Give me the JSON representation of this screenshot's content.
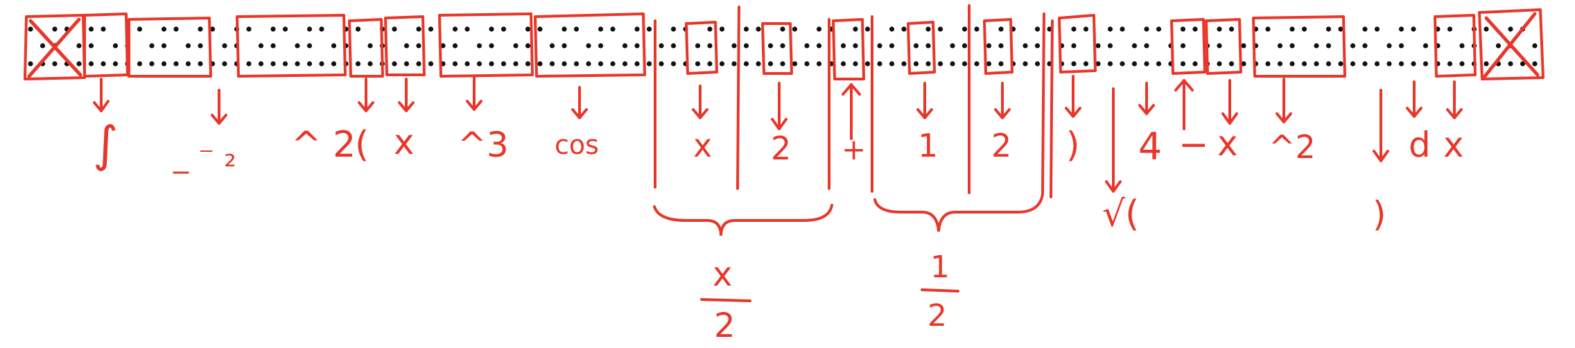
{
  "colors": {
    "ink": "#e8372a",
    "dot": "#111111",
    "background": "#ffffff"
  },
  "braille_cells": [
    "⠿⠿",
    "⠮",
    "⠐⠤⠂",
    "⠘⠆",
    "⠷",
    "⠭",
    "⠘⠒",
    "⠉⠕⠎",
    "⠹⠭",
    "⠌⠆",
    "⠼",
    "⠬",
    "⠹⠂",
    "⠌⠆",
    "⠼",
    "⠾",
    "⠜",
    "⠙",
    "⠲",
    "⠤",
    "⠭",
    "⠘⠆",
    "⠻",
    "⠙⠭",
    "⠿⠿"
  ],
  "labels": {
    "integral": "∫",
    "lower": "_ ⁻ ₂",
    "upper": "^ 2",
    "open_paren": "(",
    "x1": "x",
    "pow3": "^3",
    "cos": "cos",
    "frac_x": "x",
    "frac_2a": "2",
    "plus": "+",
    "frac_1": "1",
    "frac_2b": "2",
    "close_paren": ")",
    "sqrt_open": "√(",
    "four": "4",
    "minus": "−",
    "x2": "x",
    "pow2": "^2",
    "sqrt_close": ")",
    "d": "d",
    "x3": "x"
  },
  "fractions": {
    "first": {
      "numerator": "x",
      "denominator": "2"
    },
    "second": {
      "numerator": "1",
      "denominator": "2"
    }
  }
}
